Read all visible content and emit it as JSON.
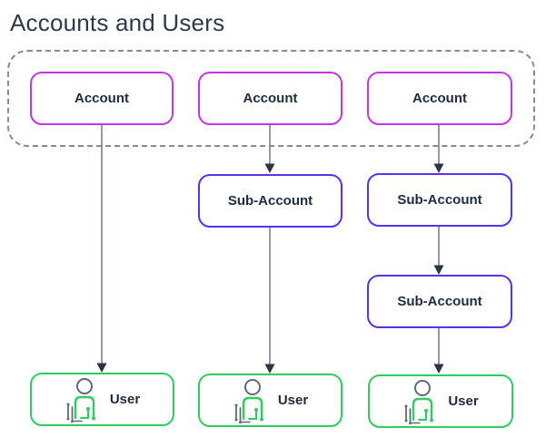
{
  "title": "Accounts and Users",
  "labels": {
    "account": "Account",
    "sub_account": "Sub-Account",
    "user": "User"
  },
  "icons": {
    "user": "user-icon"
  },
  "colors": {
    "account_border": "#C435E8",
    "sub_account_border": "#5A30E8",
    "user_border": "#2FCC5F",
    "group_border": "#848D96",
    "arrow_line": "#7B8290",
    "arrow_head": "#2A3544",
    "node_text": "#1F2C3D",
    "heading_text": "#2B3B4D",
    "icon_gray": "#5F6B7A",
    "background": "#FFFFFF"
  },
  "diagram": {
    "group_contains": [
      "Account",
      "Account",
      "Account"
    ],
    "columns": [
      {
        "nodes": [
          "Account",
          "User"
        ]
      },
      {
        "nodes": [
          "Account",
          "Sub-Account",
          "User"
        ]
      },
      {
        "nodes": [
          "Account",
          "Sub-Account",
          "Sub-Account",
          "User"
        ]
      }
    ]
  }
}
